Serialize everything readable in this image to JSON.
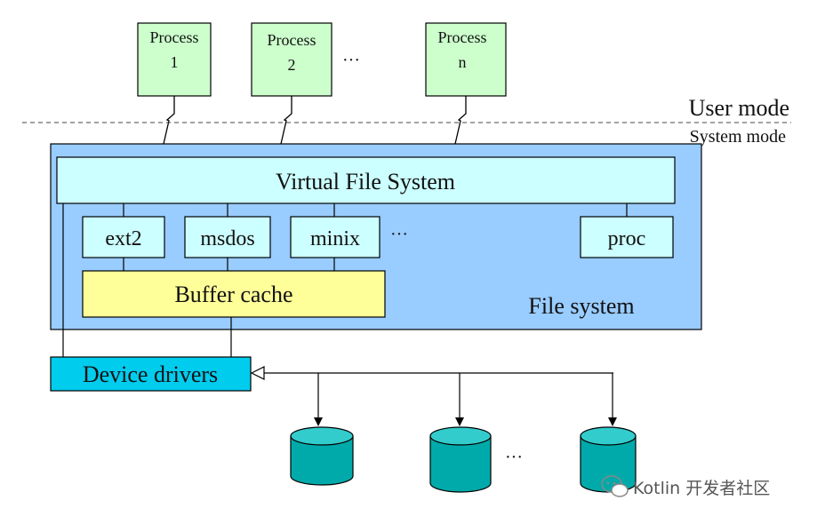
{
  "processes": [
    {
      "title": "Process",
      "number": "1"
    },
    {
      "title": "Process",
      "number": "2"
    },
    {
      "title": "Process",
      "number": "n"
    }
  ],
  "process_ellipsis": "···",
  "user_mode": "User mode",
  "system_mode": "System mode",
  "vfs": "Virtual File System",
  "filesystems": [
    "ext2",
    "msdos",
    "minix",
    "proc"
  ],
  "fs_ellipsis": "···",
  "buffer_cache": "Buffer cache",
  "file_system": "File system",
  "device_drivers": "Device drivers",
  "disk_ellipsis": "···",
  "watermark": "Kotlin 开发者社区",
  "colors": {
    "process_fill": "#ccffcc",
    "fs_outer": "#99ccff",
    "fs_box": "#ccffff",
    "buffer": "#ffff99",
    "driver": "#00ccee",
    "disk": "#00aaaa",
    "disk_top": "#33cccc"
  }
}
